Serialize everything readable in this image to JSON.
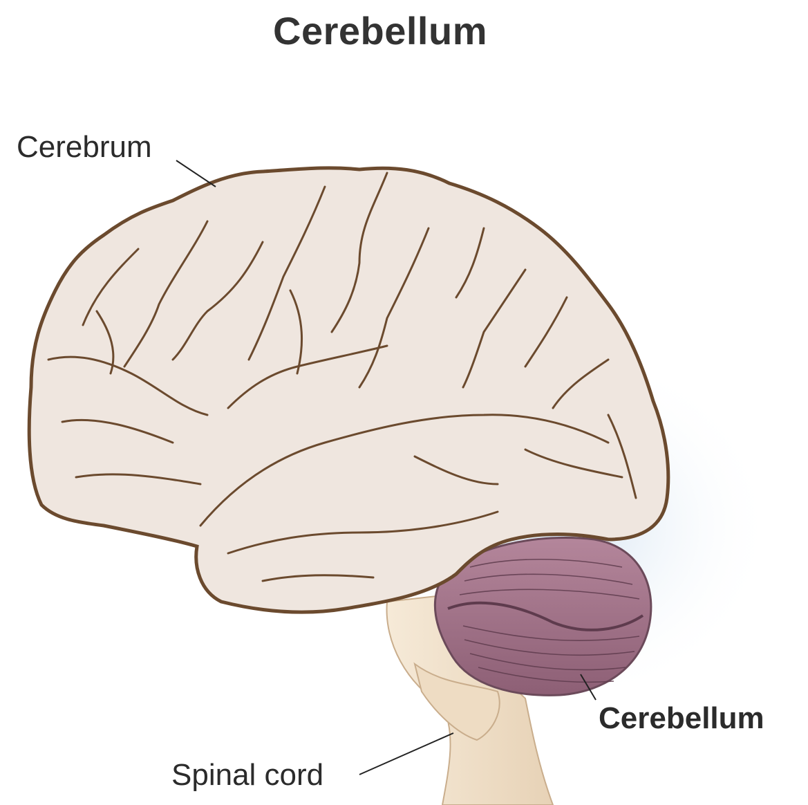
{
  "title": "Cerebellum",
  "labels": {
    "cerebrum": "Cerebrum",
    "cerebellum": "Cerebellum",
    "spinal_cord": "Spinal cord"
  },
  "colors": {
    "cerebrum_fill": "#efe6df",
    "cerebrum_outline": "#6b4a2e",
    "cerebellum_fill": "#9c6d83",
    "brainstem_fill": "#f2e3cf",
    "shadow": "#dbe7f3",
    "text": "#333333"
  }
}
